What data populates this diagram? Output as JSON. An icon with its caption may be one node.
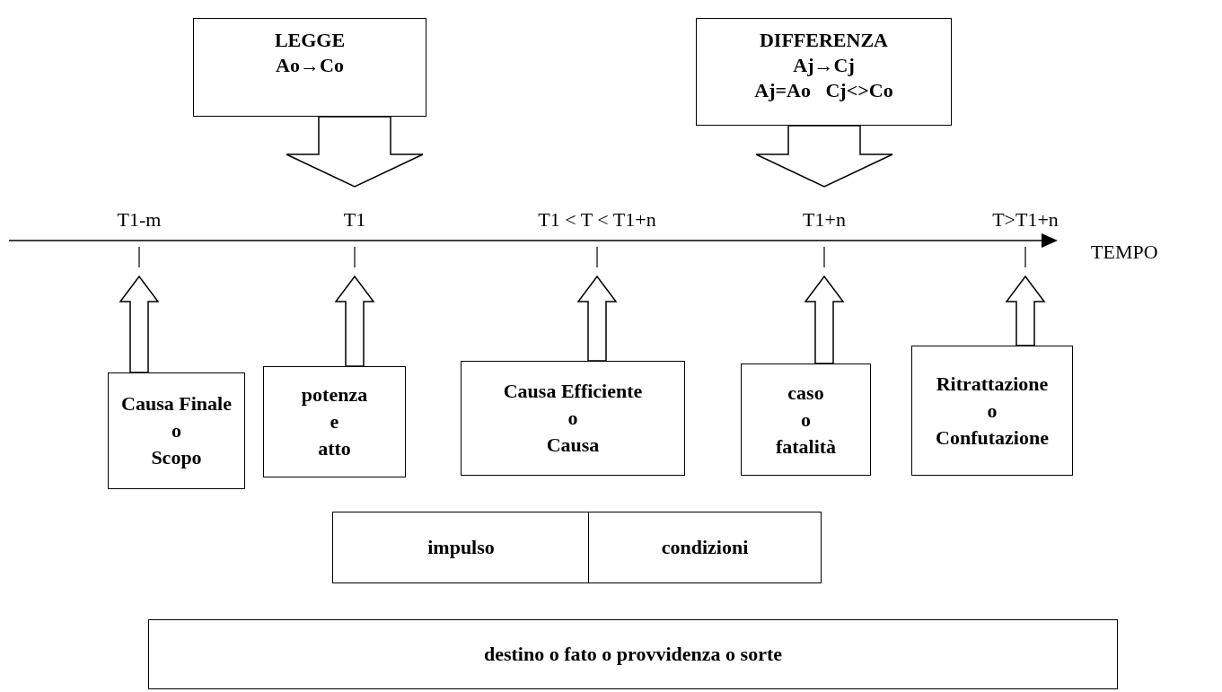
{
  "diagram": {
    "nodes": [
      {
        "text": [
          "LEGGE",
          "Ao→Co"
        ]
      },
      {
        "text": [
          "DIFFERENZA",
          "Aj→Cj",
          "Aj=Ao   Cj<>Co"
        ]
      },
      {
        "text": [
          "T1-m"
        ]
      },
      {
        "text": [
          "T1"
        ]
      },
      {
        "text": [
          "T1 < T < T1+n"
        ]
      },
      {
        "text": [
          "T1+n"
        ]
      },
      {
        "text": [
          "T>T1+n"
        ]
      },
      {
        "text": [
          "Causa Finale",
          "o",
          "Scopo"
        ]
      },
      {
        "text": [
          "potenza",
          "e",
          "atto"
        ]
      },
      {
        "text": [
          "Causa Efficiente",
          "o",
          "Causa"
        ]
      },
      {
        "text": [
          "caso",
          "o",
          "fatalità"
        ]
      },
      {
        "text": [
          "Ritrattazione",
          "o",
          "Confutazione"
        ]
      },
      {
        "text": [
          "impulso"
        ]
      },
      {
        "text": [
          "condizioni"
        ]
      },
      {
        "text": [
          "destino o fato o provvidenza o sorte"
        ]
      }
    ],
    "edges": [
      {
        "from": 0,
        "to": 3,
        "arrow": "to"
      },
      {
        "from": 1,
        "to": 5,
        "arrow": "to"
      },
      {
        "from": 7,
        "to": 2,
        "arrow": "to"
      },
      {
        "from": 8,
        "to": 3,
        "arrow": "to"
      },
      {
        "from": 9,
        "to": 4,
        "arrow": "to"
      },
      {
        "from": 10,
        "to": 5,
        "arrow": "to"
      },
      {
        "from": 11,
        "to": 6,
        "arrow": "to"
      }
    ],
    "labels": [
      "TEMPO"
    ]
  }
}
